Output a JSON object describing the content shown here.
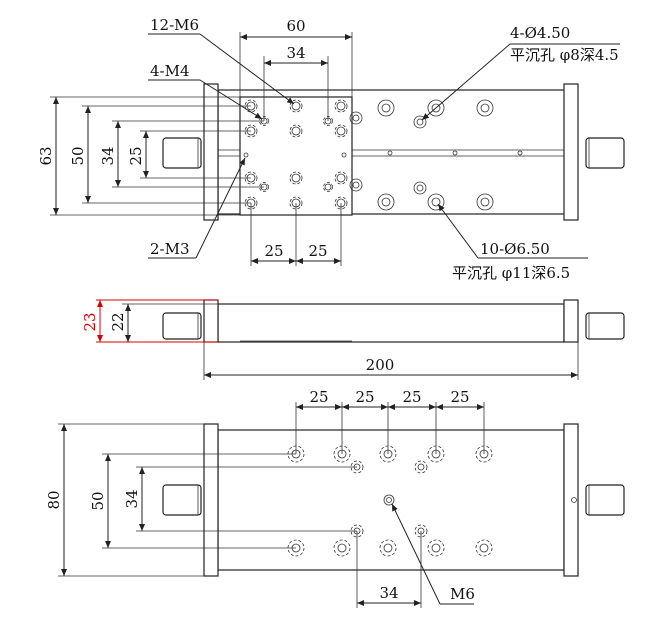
{
  "top_view": {
    "dim_60": "60",
    "dim_34": "34",
    "dim_63": "63",
    "dim_50": "50",
    "dim_34_left": "34",
    "dim_25_left": "25",
    "dim_25_bottom_a": "25",
    "dim_25_bottom_b": "25",
    "label_12m6": "12-M6",
    "label_4m4": "4-M4",
    "label_2m3": "2-M3",
    "label_4phi": "4-Ø4.50",
    "label_4phi_sub": "平沉孔 φ8深4.5",
    "label_10phi": "10-Ø6.50",
    "label_10phi_sub": "平沉孔 φ11深6.5"
  },
  "side_view": {
    "dim_23": "23",
    "dim_22": "22",
    "dim_200": "200"
  },
  "bottom_view": {
    "dim_25_1": "25",
    "dim_25_2": "25",
    "dim_25_3": "25",
    "dim_25_4": "25",
    "dim_80": "80",
    "dim_50": "50",
    "dim_34": "34",
    "dim_34_bottom": "34",
    "label_m6": "M6"
  },
  "colors": {
    "line": "#222222",
    "highlight": "#d40000"
  }
}
